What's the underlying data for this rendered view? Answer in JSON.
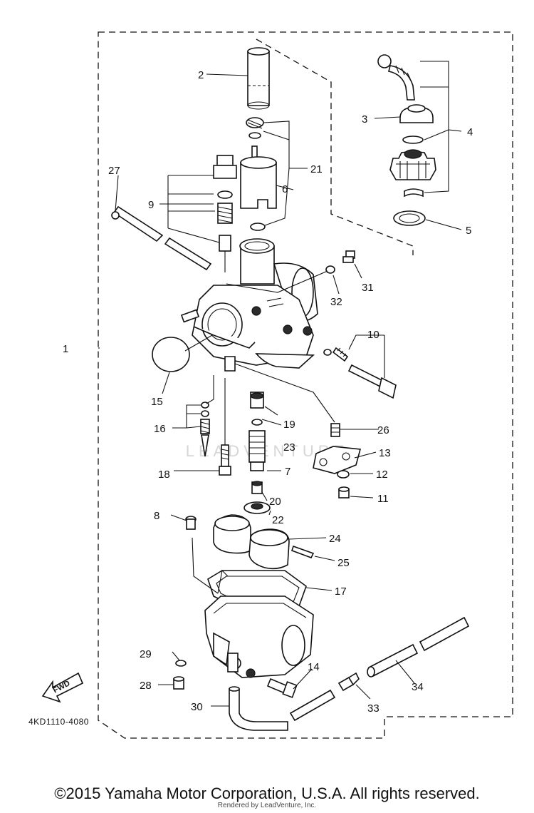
{
  "diagram": {
    "callouts": {
      "p1": "1",
      "p2": "2",
      "p3": "3",
      "p4": "4",
      "p5": "5",
      "p6": "6",
      "p7": "7",
      "p8": "8",
      "p9": "9",
      "p10": "10",
      "p11": "11",
      "p12": "12",
      "p13": "13",
      "p14": "14",
      "p15": "15",
      "p16": "16",
      "p17": "17",
      "p18": "18",
      "p19": "19",
      "p20": "20",
      "p21": "21",
      "p22": "22",
      "p23": "23",
      "p24": "24",
      "p25": "25",
      "p26": "26",
      "p27": "27",
      "p28": "28",
      "p29": "29",
      "p30": "30",
      "p31": "31",
      "p32": "32",
      "p33": "33",
      "p34": "34"
    },
    "figure_code": "4KD1110-4080",
    "fwd_label": "FWD",
    "watermark": "LEADVENTURE"
  },
  "footer": {
    "copyright": "©2015 Yamaha Motor Corporation, U.S.A. All rights reserved.",
    "rendered_by": "Rendered by LeadVenture, Inc."
  }
}
